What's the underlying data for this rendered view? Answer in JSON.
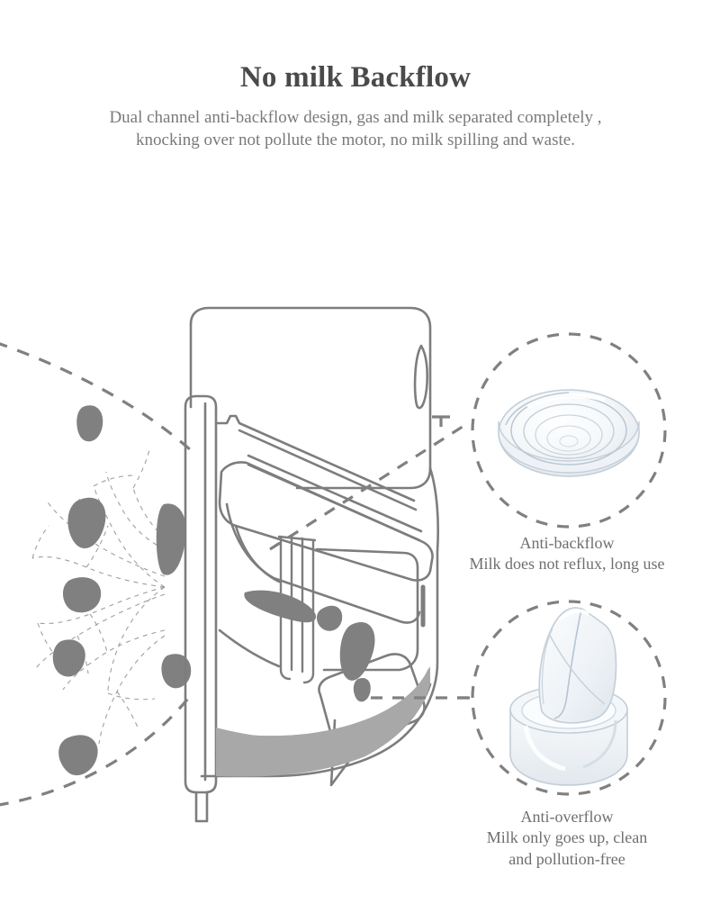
{
  "header": {
    "title": "No milk Backflow",
    "subtitle_lines": [
      "Dual channel anti-backflow design, gas and milk separated completely ,",
      "knocking over not pollute the motor, no milk spilling and waste."
    ]
  },
  "callouts": [
    {
      "id": "anti-backflow",
      "part_name": "silicone-diaphragm",
      "caption_lines": [
        "Anti-backflow",
        "Milk does not reflux, long use"
      ]
    },
    {
      "id": "anti-overflow",
      "part_name": "duckbill-valve",
      "caption_lines": [
        "Anti-overflow",
        "Milk only goes up, clean",
        "and pollution-free"
      ]
    }
  ],
  "diagram": {
    "subject": "wearable-breast-pump-cross-section",
    "elements": [
      "breast-tissue-milk-ducts",
      "milk-droplets",
      "pump-motor-housing",
      "flange-funnel",
      "diaphragm-channel",
      "duckbill-valve-assembly",
      "milk-collection-reservoir"
    ]
  },
  "colors": {
    "background": "#ffffff",
    "title": "#4a4a4a",
    "subtitle": "#7a7a7a",
    "caption": "#6f6f6f",
    "line_art": "#7d7d7d",
    "dashed_guide": "#808080",
    "droplet": "#808080",
    "milk_pool": "#a8a8a8",
    "duct_hairline": "#9a9a9a",
    "glass_tint": "#dfe5ea"
  }
}
